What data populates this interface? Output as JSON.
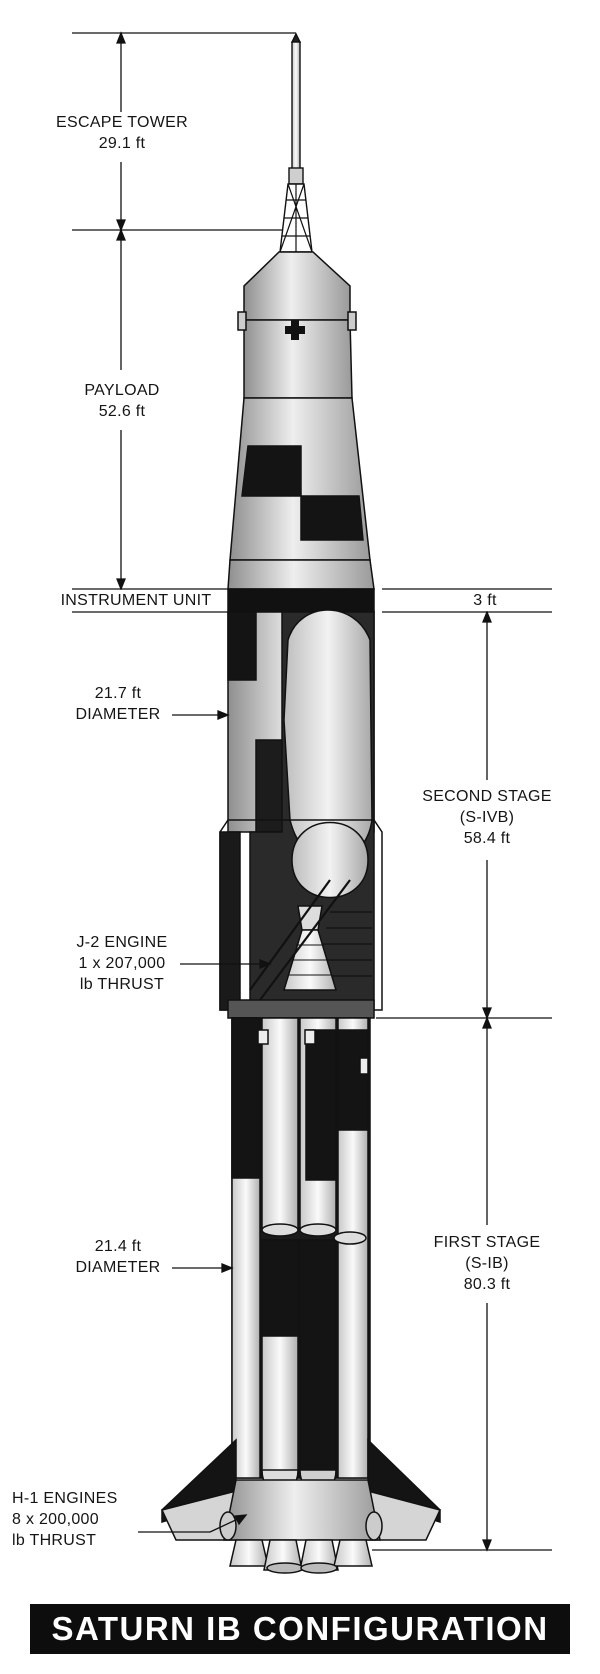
{
  "title": "SATURN IB CONFIGURATION",
  "labels": {
    "escape_tower": {
      "name": "ESCAPE TOWER",
      "value": "29.1 ft"
    },
    "payload": {
      "name": "PAYLOAD",
      "value": "52.6 ft"
    },
    "instrument_unit": {
      "name": "INSTRUMENT UNIT",
      "value": "3 ft"
    },
    "second_stage_diameter": {
      "line1": "21.7 ft",
      "line2": "DIAMETER"
    },
    "second_stage": {
      "name": "SECOND STAGE",
      "designation": "(S-IVB)",
      "value": "58.4 ft"
    },
    "j2_engine": {
      "name": "J-2 ENGINE",
      "line2": "1 x 207,000",
      "line3": "lb THRUST"
    },
    "first_stage_diameter": {
      "line1": "21.4 ft",
      "line2": "DIAMETER"
    },
    "first_stage": {
      "name": "FIRST STAGE",
      "designation": "(S-IB)",
      "value": "80.3 ft"
    },
    "h1_engines": {
      "name": "H-1 ENGINES",
      "line2": "8 x 200,000",
      "line3": "lb THRUST"
    }
  },
  "colors": {
    "ink": "#111111",
    "body_light": "#d9d9d9",
    "body_mid": "#b5b5b5",
    "panel_dark": "#141414",
    "background": "#ffffff"
  }
}
